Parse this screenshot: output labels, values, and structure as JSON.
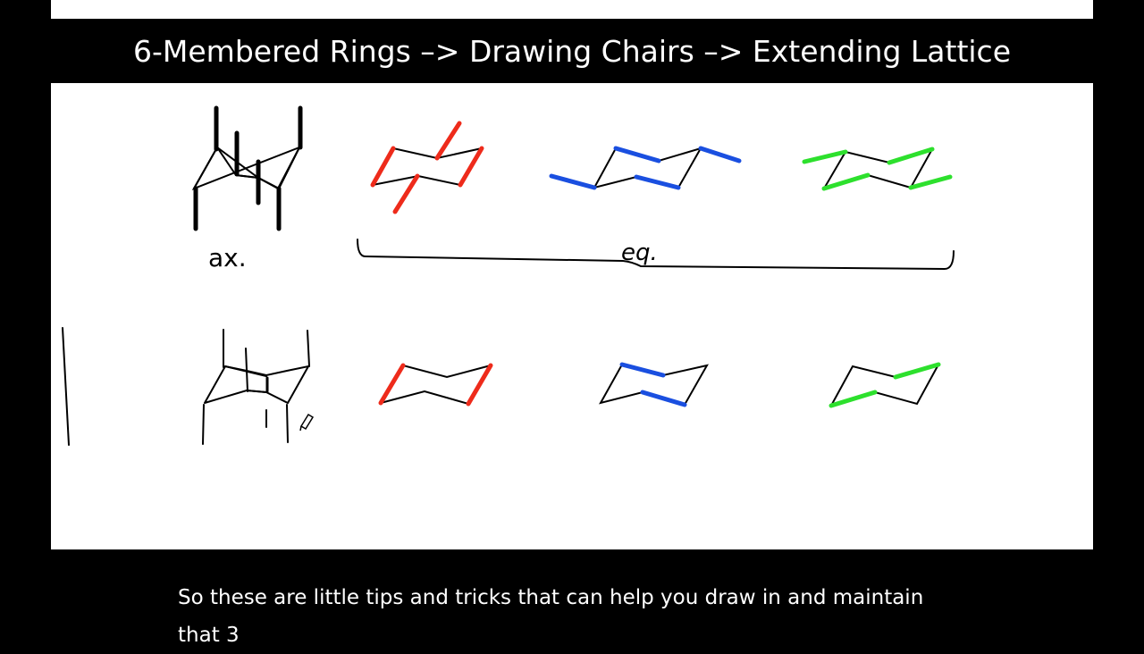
{
  "slide": {
    "title": "6-Membered Rings –> Drawing Chairs –> Extending Lattice"
  },
  "annotations": {
    "axial": "ax.",
    "equatorial": "eq."
  },
  "colors": {
    "background": "#000000",
    "slide": "#ffffff",
    "ink": "#000000",
    "red": "#ee2b1b",
    "blue": "#1a4fe0",
    "green": "#2de02d"
  },
  "subtitle": {
    "text": "So these are little tips and tricks that can help you draw in and maintain that 3"
  }
}
